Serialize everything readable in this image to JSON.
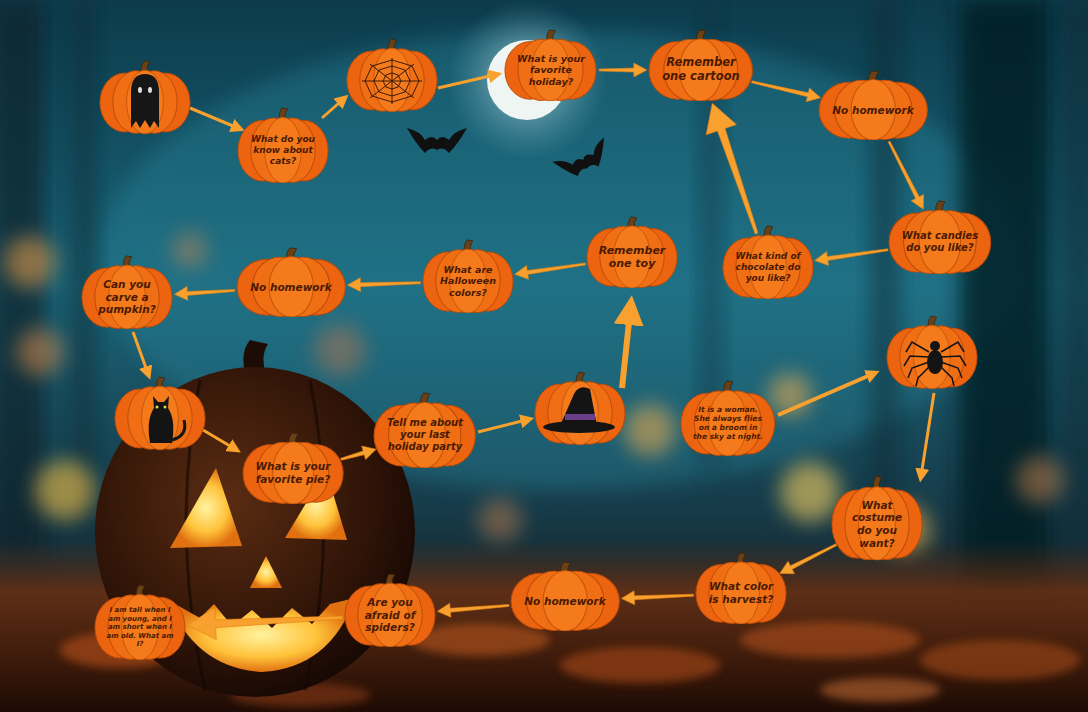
{
  "diagram": {
    "nodes": [
      {
        "text": [
          "What do you know about cats?"
        ]
      },
      {
        "text": [
          "What is your favorite holiday?"
        ]
      },
      {
        "text": [
          "Remember one cartoon"
        ]
      },
      {
        "text": [
          "No homework"
        ]
      },
      {
        "text": [
          "What candies do you like?"
        ]
      },
      {
        "text": [
          "What kind of chocolate do you like?"
        ]
      },
      {
        "text": [
          "Can you carve a pumpkin?"
        ]
      },
      {
        "text": [
          "No homework"
        ]
      },
      {
        "text": [
          "What are Halloween colors?"
        ]
      },
      {
        "text": [
          "Remember one toy"
        ]
      },
      {
        "text": [
          "It is a woman. She always flies on a broom in the sky at night."
        ]
      },
      {
        "text": [
          "Tell me about your last holiday party"
        ]
      },
      {
        "text": [
          "What is your favorite pie?"
        ]
      },
      {
        "text": [
          "What costume do you want?"
        ]
      },
      {
        "text": [
          "What color is harvest?"
        ]
      },
      {
        "text": [
          "No homework"
        ]
      },
      {
        "text": [
          "Are you afraid of spiders?"
        ]
      },
      {
        "text": [
          "I am tall when I am young, and I am short when I am old. What am I?"
        ]
      }
    ],
    "edges": [
      {
        "from": 1,
        "to": 2,
        "arrow": "to"
      },
      {
        "from": 2,
        "to": 3,
        "arrow": "to"
      },
      {
        "from": 3,
        "to": 4,
        "arrow": "to"
      },
      {
        "from": 4,
        "to": 5,
        "arrow": "to"
      },
      {
        "from": 5,
        "to": 2,
        "arrow": "to"
      },
      {
        "from": 9,
        "to": 8,
        "arrow": "to"
      },
      {
        "from": 8,
        "to": 7,
        "arrow": "to"
      },
      {
        "from": 7,
        "to": 6,
        "arrow": "to"
      },
      {
        "from": 12,
        "to": 11,
        "arrow": "to"
      },
      {
        "from": 13,
        "to": 14,
        "arrow": "to"
      },
      {
        "from": 14,
        "to": 15,
        "arrow": "to"
      },
      {
        "from": 15,
        "to": 16,
        "arrow": "to"
      },
      {
        "from": 16,
        "to": 17,
        "arrow": "to"
      }
    ]
  }
}
